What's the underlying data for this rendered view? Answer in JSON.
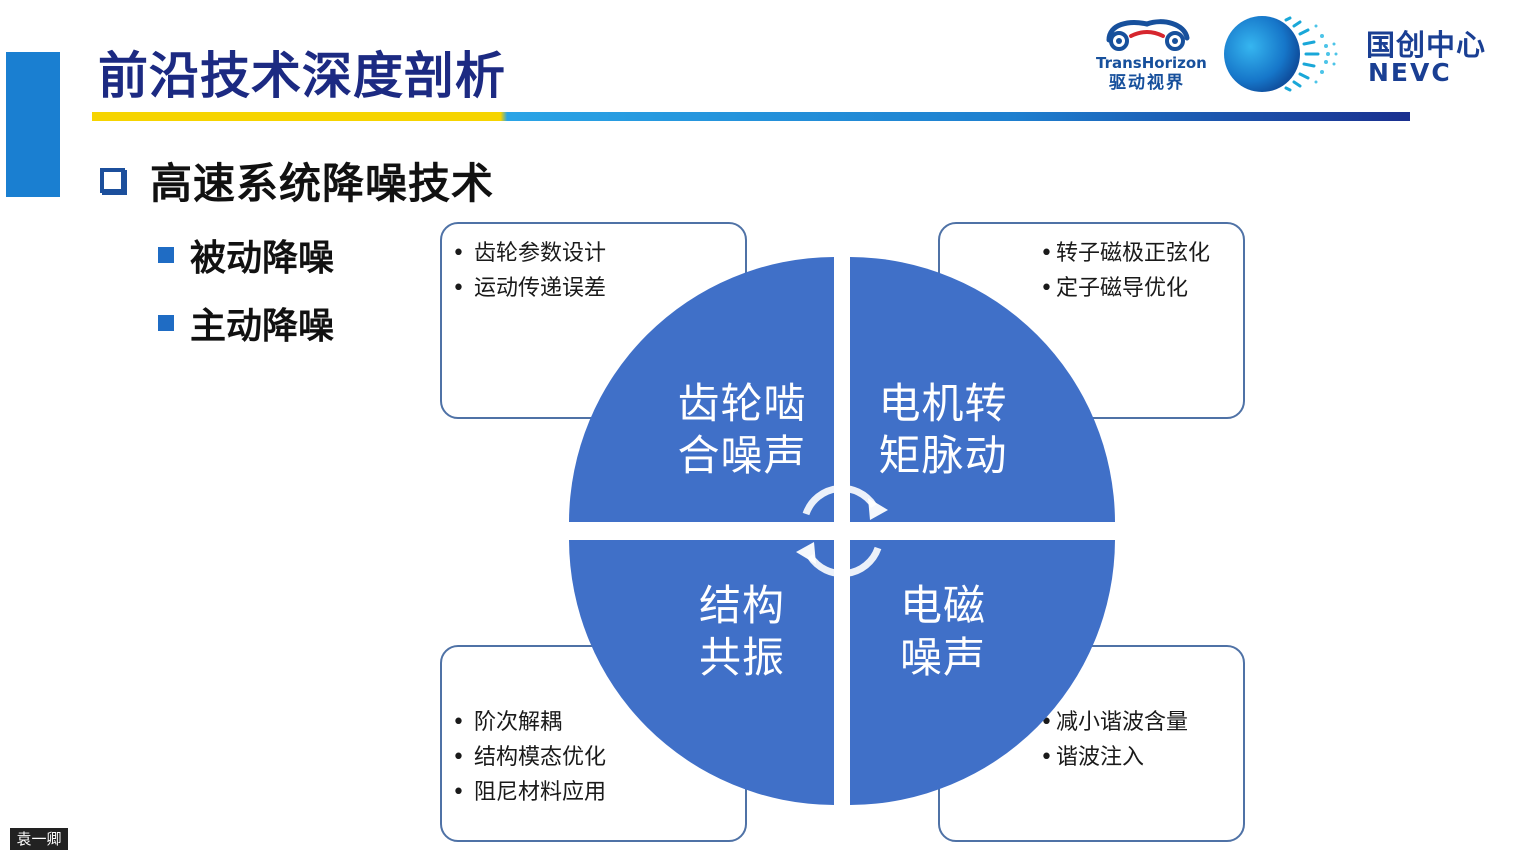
{
  "header": {
    "title": "前沿技术深度剖析",
    "logo_transhorizon_en": "TransHorizon",
    "logo_transhorizon_cn": "驱动视界",
    "logo_nevc_cn": "国创中心",
    "logo_nevc_en": "NEVC"
  },
  "section": {
    "heading": "高速系统降噪技术",
    "items": [
      "被动降噪",
      "主动降噪"
    ]
  },
  "diagram": {
    "quadrants": {
      "top_left": {
        "line1": "齿轮啮",
        "line2": "合噪声",
        "notes": [
          "齿轮参数设计",
          "运动传递误差"
        ]
      },
      "top_right": {
        "line1": "电机转",
        "line2": "矩脉动",
        "notes": [
          "转子磁极正弦化",
          "定子磁导优化"
        ]
      },
      "bottom_left": {
        "line1": "结构",
        "line2": "共振",
        "notes": [
          "阶次解耦",
          "结构模态优化",
          "阻尼材料应用"
        ]
      },
      "bottom_right": {
        "line1": "电磁",
        "line2": "噪声",
        "notes": [
          "减小谐波含量",
          "谐波注入"
        ]
      }
    },
    "colors": {
      "quadrant_fill": "#4070c8",
      "box_border": "#4f72a6",
      "arrow": "#ffffff"
    }
  },
  "watermark": "袁一卿"
}
